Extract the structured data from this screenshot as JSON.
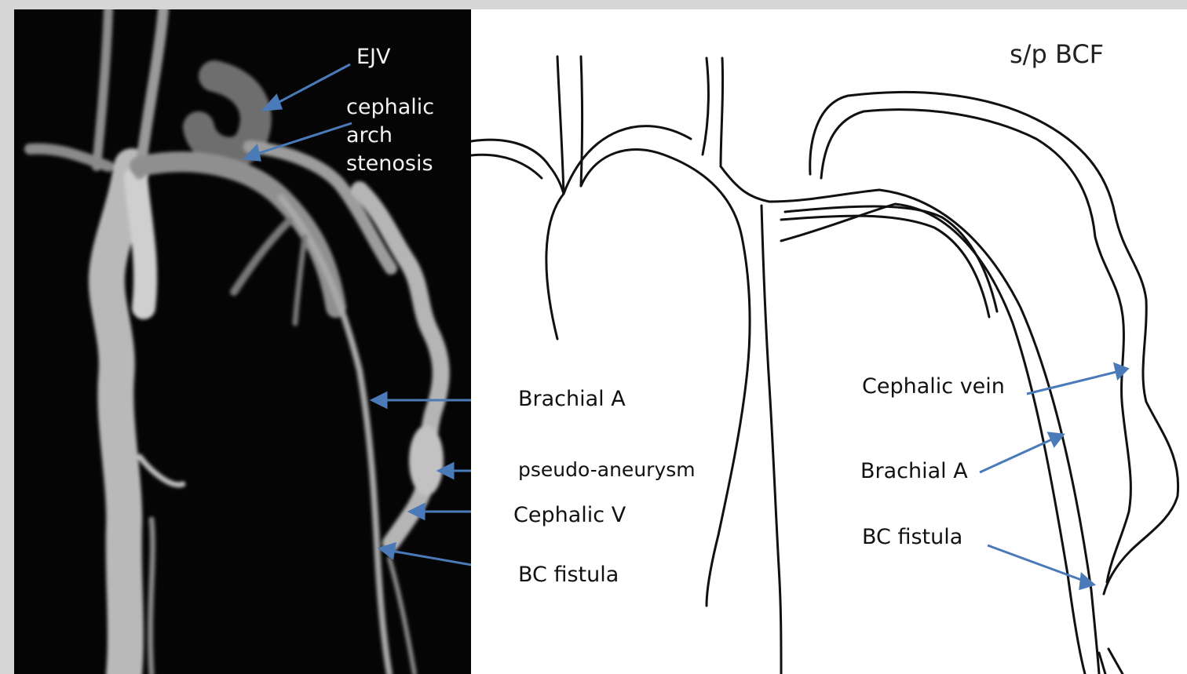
{
  "figure": {
    "title": "s/p BCF",
    "mr_labels": {
      "ejv": "EJV",
      "cephalic_arch_stenosis": [
        "cephalic",
        "arch",
        "stenosis"
      ]
    },
    "middle_labels": {
      "brachial_a": "Brachial A",
      "pseudo_aneurysm": "pseudo-aneurysm",
      "cephalic_v": "Cephalic V",
      "bc_fistula": "BC fistula"
    },
    "right_labels": {
      "cephalic_vein": "Cephalic vein",
      "brachial_a": "Brachial A",
      "bc_fistula": "BC fistula"
    },
    "colors": {
      "arrow": "#4a7ab8",
      "mr_background": "#050505",
      "drawing_line": "#111111"
    }
  }
}
